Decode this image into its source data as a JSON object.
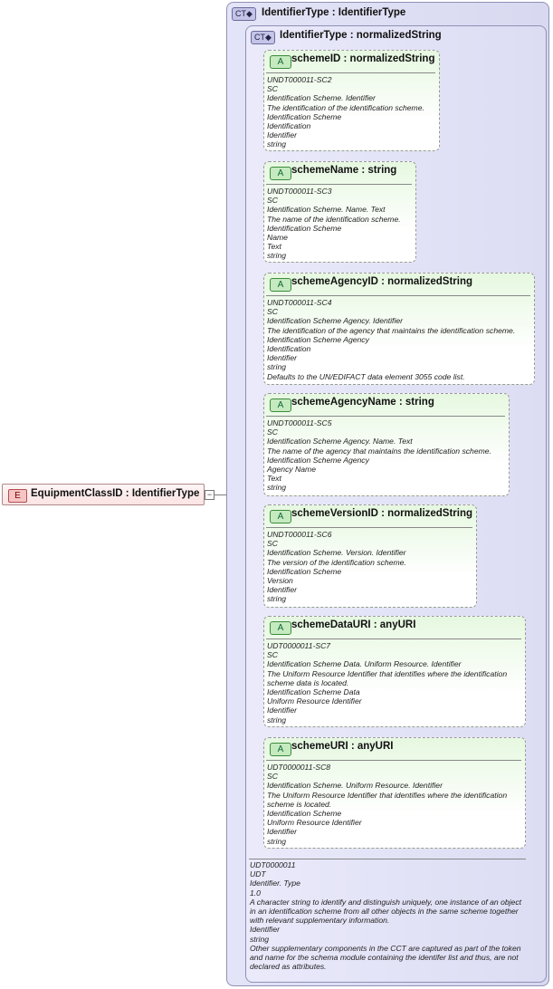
{
  "element": {
    "badge": "E",
    "label": "EquipmentClassID : IdentifierType",
    "collapse": "−"
  },
  "outer_type": {
    "badge": "CT◆",
    "label": "IdentifierType : IdentifierType"
  },
  "inner_type": {
    "badge": "CT◆",
    "label": "IdentifierType : normalizedString"
  },
  "attributes": [
    {
      "badge": "A",
      "title": "schemeID : normalizedString",
      "notes": [
        "UNDT000011-SC2",
        "SC",
        "Identification Scheme. Identifier",
        "The identification of the identification scheme.",
        "Identification Scheme",
        "Identification",
        "Identifier",
        "string"
      ]
    },
    {
      "badge": "A",
      "title": "schemeName : string",
      "notes": [
        "UNDT000011-SC3",
        "SC",
        "Identification Scheme. Name. Text",
        "The name of the identification scheme.",
        "Identification Scheme",
        "Name",
        "Text",
        "string"
      ]
    },
    {
      "badge": "A",
      "title": "schemeAgencyID : normalizedString",
      "notes": [
        "UNDT000011-SC4",
        "SC",
        "Identification Scheme Agency. Identifier",
        "The identification of the agency that maintains the identification scheme.",
        "Identification Scheme Agency",
        "Identification",
        "Identifier",
        "string",
        "Defaults to the UN/EDIFACT data element 3055 code list."
      ]
    },
    {
      "badge": "A",
      "title": "schemeAgencyName : string",
      "notes": [
        "UNDT000011-SC5",
        "SC",
        "Identification Scheme Agency. Name. Text",
        "The name of the agency that maintains the identification scheme.",
        "Identification Scheme Agency",
        "Agency Name",
        "Text",
        "string"
      ]
    },
    {
      "badge": "A",
      "title": "schemeVersionID : normalizedString",
      "notes": [
        "UNDT000011-SC6",
        "SC",
        "Identification Scheme. Version. Identifier",
        "The version of the identification scheme.",
        "Identification Scheme",
        "Version",
        "Identifier",
        "string"
      ]
    },
    {
      "badge": "A",
      "title": "schemeDataURI : anyURI",
      "notes": [
        "UDT0000011-SC7",
        "SC",
        "Identification Scheme Data. Uniform Resource. Identifier",
        "The Uniform Resource Identifier that identifies where the identification scheme data is located.",
        "Identification Scheme Data",
        "Uniform Resource Identifier",
        "Identifier",
        "string"
      ]
    },
    {
      "badge": "A",
      "title": "schemeURI : anyURI",
      "notes": [
        "UDT0000011-SC8",
        "SC",
        "Identification Scheme. Uniform Resource. Identifier",
        "The Uniform Resource Identifier that identifies where the identification scheme is located.",
        "Identification Scheme",
        "Uniform Resource Identifier",
        "Identifier",
        "string"
      ]
    }
  ],
  "type_notes": [
    "UDT0000011",
    "UDT",
    "Identifier. Type",
    "1.0",
    "A character string to identify and distinguish uniquely, one instance of an object in an identification scheme from all other objects in the same scheme together with relevant supplementary information.",
    "Identifier",
    "string",
    "Other supplementary components in the CCT are captured as part of the token and name for the schema module containing the identifer list and thus, are not declared as attributes."
  ]
}
